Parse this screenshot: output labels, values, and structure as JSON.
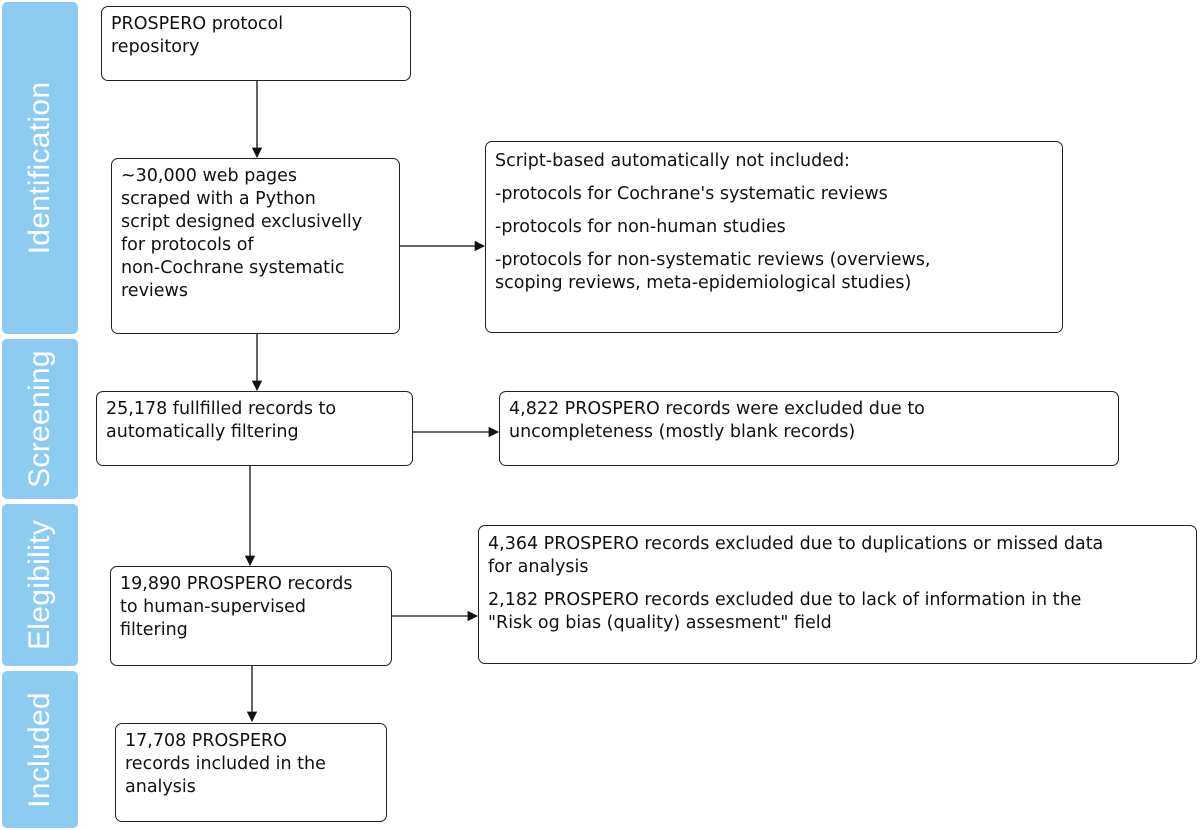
{
  "stages": {
    "identification": "Identification",
    "screening": "Screening",
    "eligibility": "Elegibility",
    "included": "Included"
  },
  "boxes": {
    "repository": {
      "lines": [
        "PROSPERO protocol",
        "repository"
      ]
    },
    "scraped": {
      "lines": [
        "~30,000 web pages",
        "scraped with a Python",
        "script designed exclusivelly",
        "for protocols of",
        "non-Cochrane systematic",
        "reviews"
      ]
    },
    "not_included": {
      "title": "Script-based automatically not included:",
      "items": [
        [
          "-protocols for Cochrane's systematic reviews"
        ],
        [
          "-protocols for non-human studies"
        ],
        [
          "-protocols for non-systematic reviews (overviews,",
          "scoping reviews, meta-epidemiological studies)"
        ]
      ]
    },
    "fulfilled": {
      "lines": [
        "25,178 fullfilled records to",
        "automatically filtering"
      ]
    },
    "excluded_incomplete": {
      "lines": [
        "4,822 PROSPERO records were excluded due to",
        "uncompleteness (mostly blank records)"
      ]
    },
    "human_filtering": {
      "lines": [
        "19,890 PROSPERO records",
        "to human-supervised",
        "filtering"
      ]
    },
    "excluded_dup": {
      "items": [
        [
          "4,364 PROSPERO records excluded due to duplications or missed data",
          "for analysis"
        ],
        [
          "2,182 PROSPERO records excluded due to lack of information in the",
          "\"Risk og bias (quality) assesment\" field"
        ]
      ]
    },
    "included_final": {
      "lines": [
        "17,708 PROSPERO",
        "records included in the",
        "analysis"
      ]
    }
  },
  "colors": {
    "stage_fill": "#8ecbf0",
    "stage_text": "#ffffff",
    "box_border": "#222222",
    "arrow": "#111111"
  }
}
